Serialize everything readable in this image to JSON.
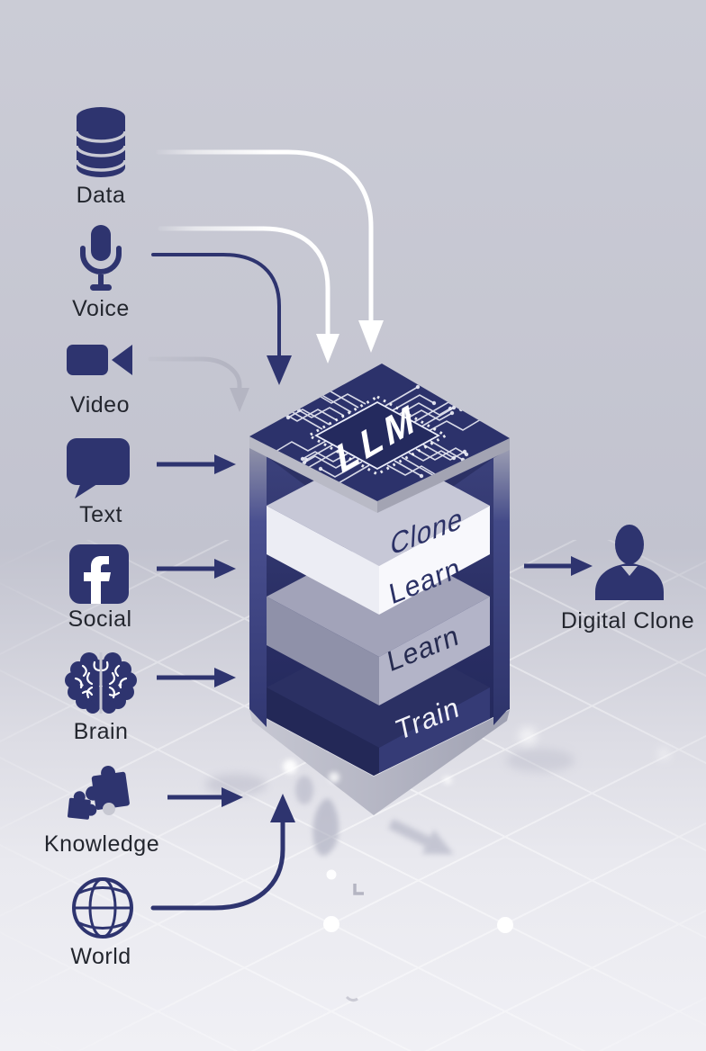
{
  "diagram": {
    "sources": [
      {
        "label": "Data",
        "icon": "database-icon"
      },
      {
        "label": "Voice",
        "icon": "microphone-icon"
      },
      {
        "label": "Video",
        "icon": "video-camera-icon"
      },
      {
        "label": "Text",
        "icon": "speech-bubble-icon"
      },
      {
        "label": "Social",
        "icon": "facebook-icon"
      },
      {
        "label": "Brain",
        "icon": "brain-icon"
      },
      {
        "label": "Knowledge",
        "icon": "puzzle-icon"
      },
      {
        "label": "World",
        "icon": "globe-icon"
      }
    ],
    "stack": {
      "chip": "LLM",
      "layers": [
        "Clone",
        "Learn",
        "Learn",
        "Train"
      ]
    },
    "output": {
      "label": "Digital Clone",
      "icon": "person-icon"
    },
    "colors": {
      "navy": "#2e346f",
      "interior_dark": "#262b5e",
      "white_layer": "#f8f8fc",
      "gray_layer": "#b3b4c8",
      "chip_board": "#2c326b",
      "background_top": "#cbccd6",
      "background_floor": "#eceef2",
      "arrow_white": "#ffffff",
      "arrow_gray": "#b4b5c2",
      "label_text": "#23262e"
    }
  }
}
